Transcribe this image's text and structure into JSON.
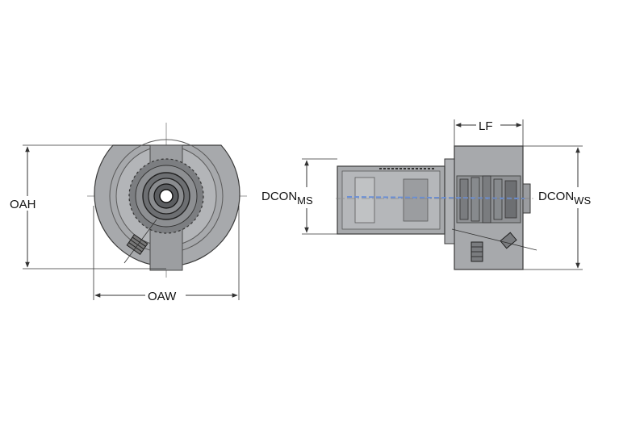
{
  "labels": {
    "oah": "OAH",
    "oaw": "OAW",
    "lf": "LF",
    "dcon_ms_main": "DCON",
    "dcon_ms_sub": "MS",
    "dcon_ws_main": "DCON",
    "dcon_ws_sub": "WS"
  },
  "colors": {
    "body_fill": "#a7a9ac",
    "dark_fill": "#6d6f72",
    "outline": "#3a3a3a",
    "dimension_line": "#333333",
    "coolant_channel": "#6a8fd6"
  }
}
